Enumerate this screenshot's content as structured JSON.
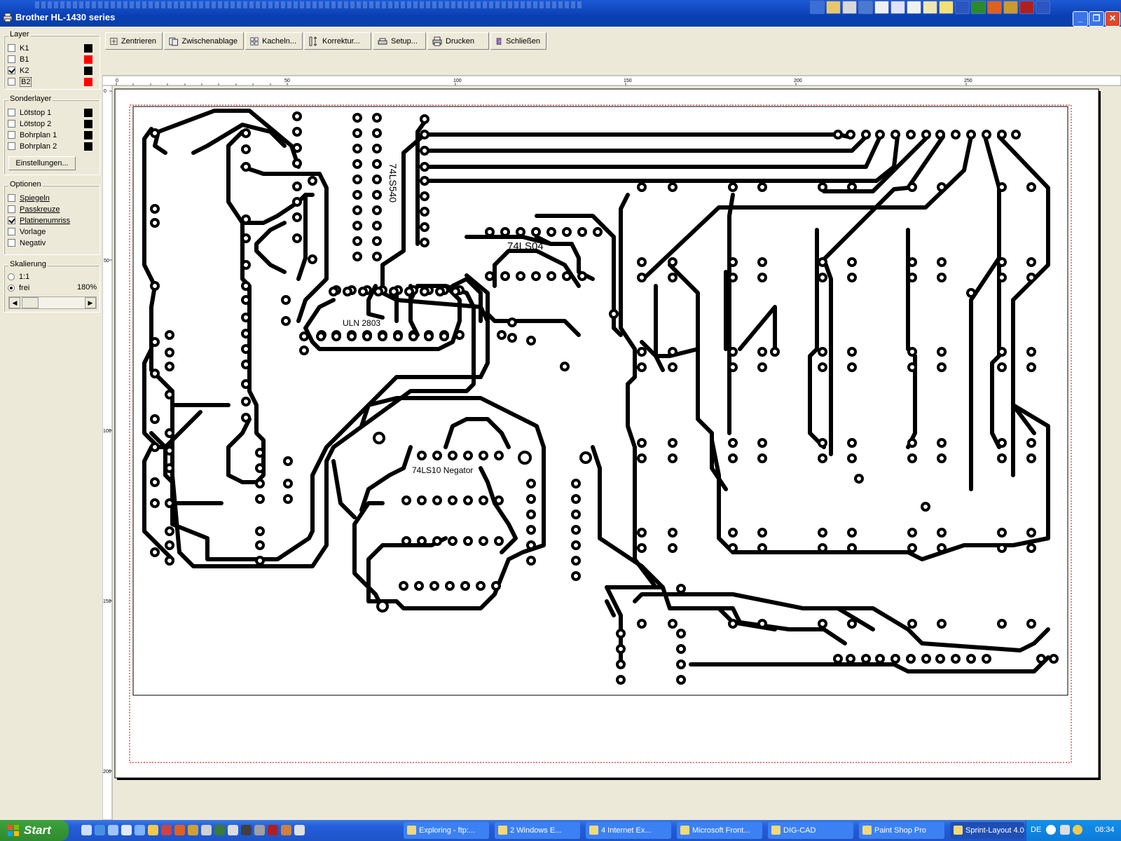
{
  "window": {
    "title": "Brother HL-1430 series"
  },
  "toolbar": {
    "buttons": [
      {
        "label": "Zentrieren",
        "icon": "center-icon"
      },
      {
        "label": "Zwischenablage",
        "icon": "clipboard-icon"
      },
      {
        "label": "Kacheln...",
        "icon": "tile-icon"
      },
      {
        "label": "Korrektur...",
        "icon": "correction-icon"
      },
      {
        "label": "Setup...",
        "icon": "setup-icon"
      },
      {
        "label": "Drucken",
        "icon": "printer-icon"
      },
      {
        "label": "Schließen",
        "icon": "close-door-icon"
      }
    ],
    "help": "?"
  },
  "layer_group": {
    "title": "Layer",
    "items": [
      {
        "label": "K1",
        "checked": false,
        "color": "#000000"
      },
      {
        "label": "B1",
        "checked": false,
        "color": "#ff0000"
      },
      {
        "label": "K2",
        "checked": true,
        "color": "#000000"
      },
      {
        "label": "B2",
        "checked": false,
        "color": "#ff0000"
      }
    ]
  },
  "sonderlayer_group": {
    "title": "Sonderlayer",
    "items": [
      {
        "label": "Lötstop 1",
        "checked": false,
        "color": "#000000"
      },
      {
        "label": "Lötstop 2",
        "checked": false,
        "color": "#000000"
      },
      {
        "label": "Bohrplan 1",
        "checked": false,
        "color": "#000000"
      },
      {
        "label": "Bohrplan 2",
        "checked": false,
        "color": "#000000"
      }
    ],
    "button": "Einstellungen..."
  },
  "optionen_group": {
    "title": "Optionen",
    "items": [
      {
        "label": "Spiegeln",
        "checked": false
      },
      {
        "label": "Passkreuze",
        "checked": false
      },
      {
        "label": "Platinenumriss",
        "checked": true
      },
      {
        "label": "Vorlage",
        "checked": false
      },
      {
        "label": "Negativ",
        "checked": false
      }
    ]
  },
  "skalierung_group": {
    "title": "Skalierung",
    "options": [
      {
        "label": "1:1",
        "selected": false
      },
      {
        "label": "frei",
        "selected": true
      }
    ],
    "zoom": "180%"
  },
  "ruler": {
    "top": [
      "0",
      "50",
      "100",
      "150",
      "200",
      "250"
    ],
    "left": [
      "0",
      "50",
      "100",
      "150",
      "200"
    ]
  },
  "board": {
    "labels": [
      "74LS540",
      "74LS04",
      "ULN 2803",
      "74LS10 Negator"
    ]
  },
  "taskbar": {
    "start": "Start",
    "tasks": [
      "Exploring - ftp:...",
      "2 Windows E...",
      "4 Internet Ex...",
      "Microsoft Front...",
      "DIG-CAD",
      "Paint Shop Pro",
      "Sprint-Layout 4.0"
    ],
    "lang": "DE",
    "clock": "08:34"
  }
}
